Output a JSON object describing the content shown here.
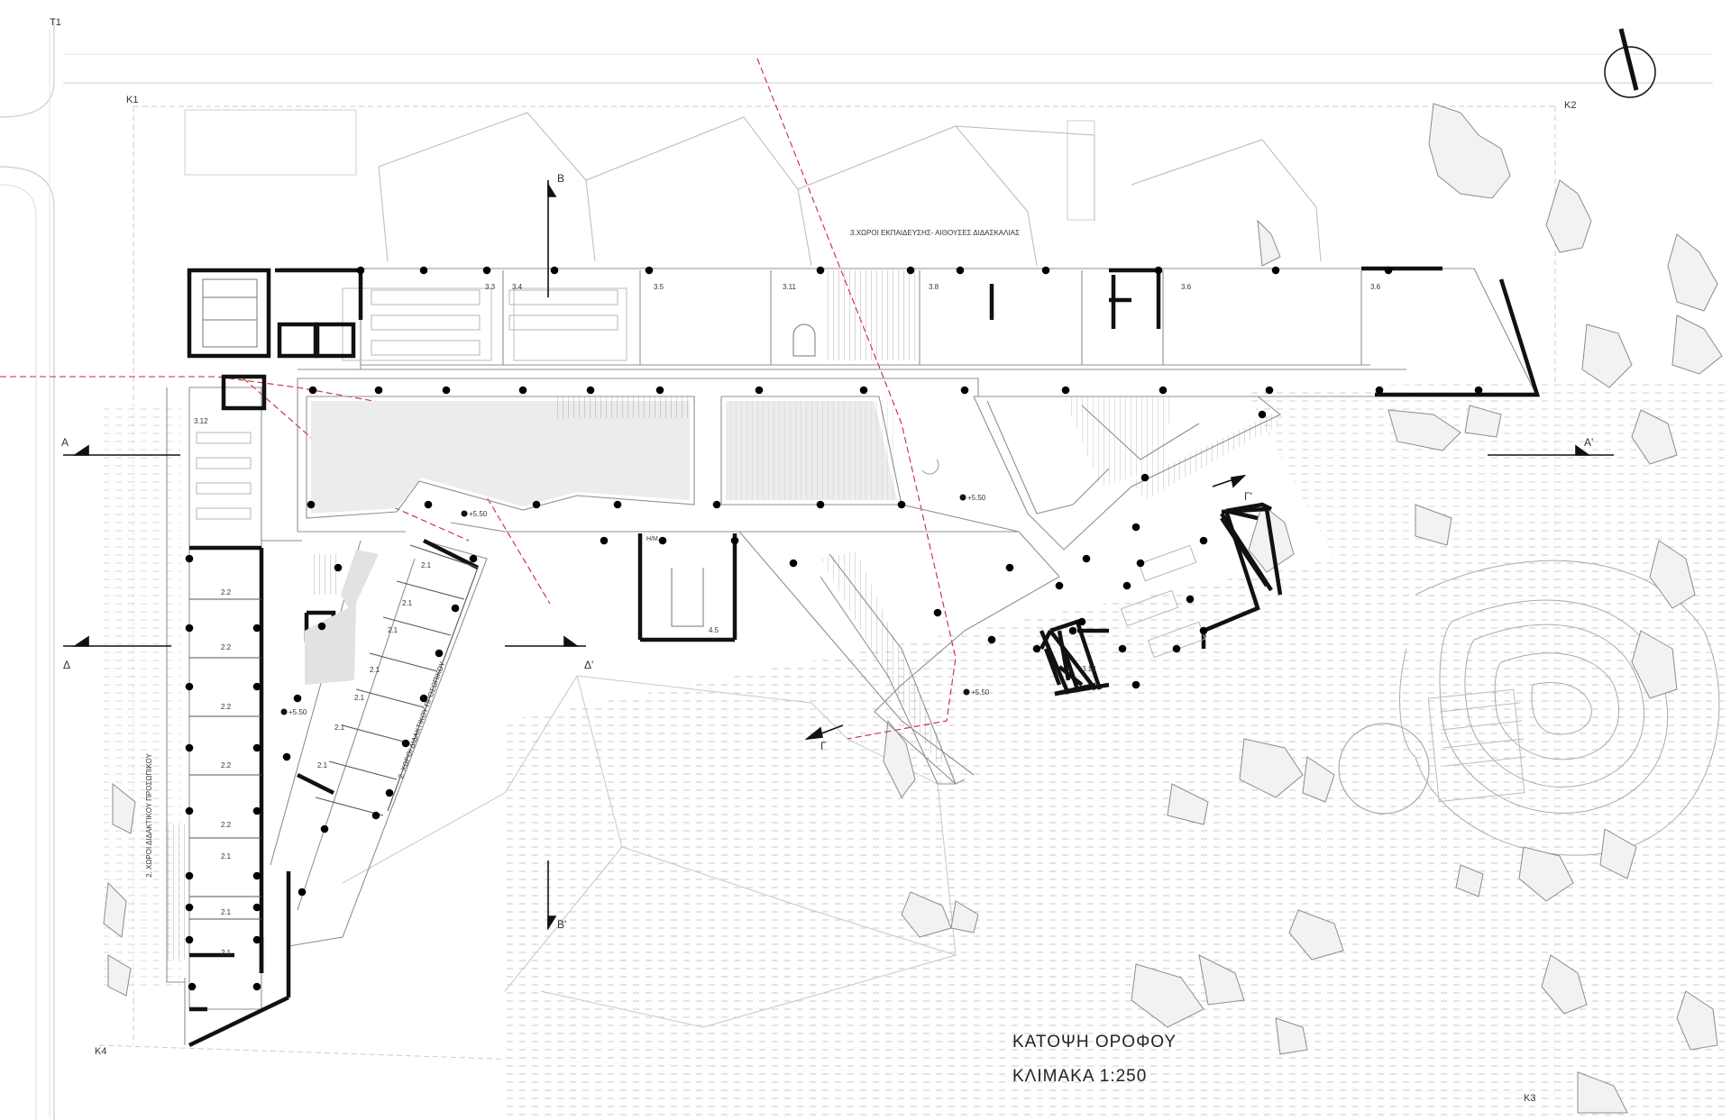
{
  "title": "ΚΑΤΟΨΗ ΟΡΟΦΟΥ",
  "scale": "ΚΛΙΜΑΚΑ 1:250",
  "grid_markers": {
    "t1": "T1",
    "k1": "K1",
    "k2": "K2",
    "k3": "K3",
    "k4": "K4"
  },
  "sections": {
    "a": "A",
    "a_prime": "A'",
    "b": "B",
    "b_prime": "B'",
    "g": "Γ",
    "g_prime": "Γ'",
    "d": "Δ",
    "d_prime": "Δ'"
  },
  "zones": {
    "teaching": "3.ΧΩΡΟΙ ΕΚΠΑΙΔΕΥΣΗΣ- ΑΙΘΟΥΣΕΣ ΔΙΔΑΣΚΑΛΙΑΣ",
    "staff_left": "2. ΧΩΡΟΙ ΔΙΔΑΚΤΙΚΟΥ ΠΡΟΣΩΠΙΚΟΥ",
    "staff_diag": "2. ΧΩΡΟΙ ΔΙΔΑΚΤΙΚΟΥ ΠΡΟΣΩΠΙΚΟΥ"
  },
  "rooms": {
    "r33": "3.3",
    "r34": "3.4",
    "r35": "3.5",
    "r311": "3.11",
    "r38": "3.8",
    "r36a": "3.6",
    "r36b": "3.6",
    "r312": "3.12",
    "r313": "3.13",
    "r45": "4.5",
    "r22": "2.2",
    "r21": "2.1",
    "hm": "H/M"
  },
  "levels": {
    "l550": "+5.50"
  },
  "colors": {
    "wall": "#111111",
    "thin": "#9a9a9a",
    "land": "#c8c8c8",
    "hatch": "#e4e4e4",
    "cut": "#d0243a",
    "column": "#000000"
  }
}
